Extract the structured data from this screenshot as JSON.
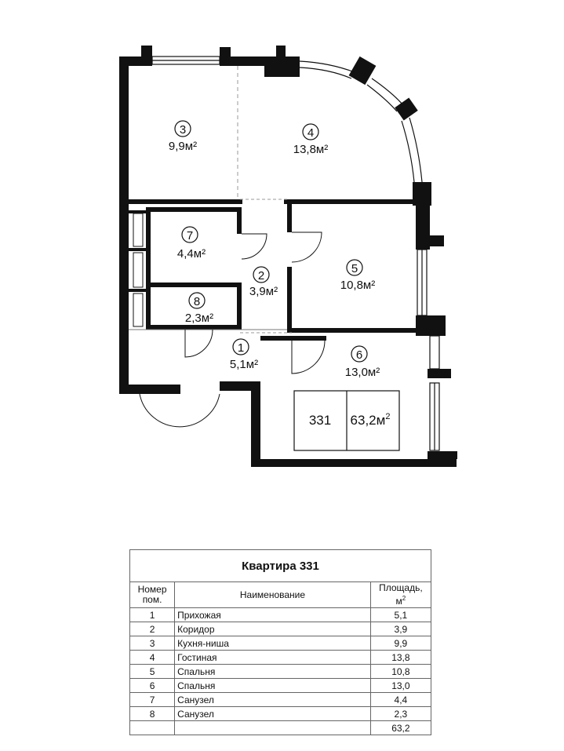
{
  "plan": {
    "rooms": [
      {
        "num": "1",
        "area": "5,1м²"
      },
      {
        "num": "2",
        "area": "3,9м²"
      },
      {
        "num": "3",
        "area": "9,9м²"
      },
      {
        "num": "4",
        "area": "13,8м²"
      },
      {
        "num": "5",
        "area": "10,8м²"
      },
      {
        "num": "6",
        "area": "13,0м²"
      },
      {
        "num": "7",
        "area": "4,4м²"
      },
      {
        "num": "8",
        "area": "2,3м²"
      }
    ],
    "badge": {
      "apartment": "331",
      "total": "63,2м",
      "sup": "2"
    }
  },
  "table": {
    "title": "Квартира 331",
    "headers": {
      "num_line1": "Номер",
      "num_line2": "пом.",
      "name": "Наименование",
      "area_line1": "Площадь,",
      "area_line2": "м",
      "area_sup": "2"
    },
    "rows": [
      {
        "num": "1",
        "name": "Прихожая",
        "area": "5,1"
      },
      {
        "num": "2",
        "name": "Коридор",
        "area": "3,9"
      },
      {
        "num": "3",
        "name": "Кухня-ниша",
        "area": "9,9"
      },
      {
        "num": "4",
        "name": "Гостиная",
        "area": "13,8"
      },
      {
        "num": "5",
        "name": "Спальня",
        "area": "10,8"
      },
      {
        "num": "6",
        "name": "Спальня",
        "area": "13,0"
      },
      {
        "num": "7",
        "name": "Санузел",
        "area": "4,4"
      },
      {
        "num": "8",
        "name": "Санузел",
        "area": "2,3"
      }
    ],
    "total": "63,2"
  }
}
